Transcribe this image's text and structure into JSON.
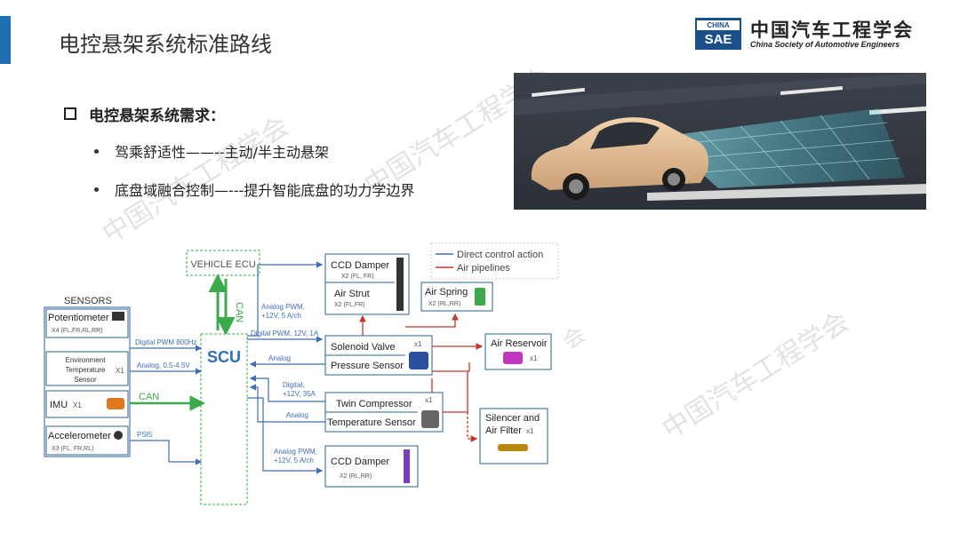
{
  "slide": {
    "title": "电控悬架系统标准路线",
    "requirements_heading": "电控悬架系统需求：",
    "bullets": [
      "驾乘舒适性——--主动/半主动悬架",
      "底盘域融合控制—---提升智能底盘的功力学边界"
    ]
  },
  "logo": {
    "box_top": "CHINA",
    "box_bottom": "SAE",
    "name_cn": "中国汽车工程学会",
    "name_en": "China Society of Automotive Engineers",
    "brand_color": "#1b4f8c"
  },
  "watermark": {
    "text": "中国汽车工程学会",
    "short": "会"
  },
  "diagram": {
    "colors": {
      "control": "#3f6eb5",
      "air": "#c0392b",
      "can": "#3aaa4a",
      "box_border": "#2f5f9e"
    },
    "legend": [
      "Direct control action",
      "Air pipelines"
    ],
    "vehicle_ecu": "VEHICLE ECU",
    "can_vertical": "CAN",
    "scu": "SCU",
    "sensors_title": "SENSORS",
    "sensors": {
      "potentiometer": {
        "name": "Potentiometer",
        "note": "X4 (FL,FR,RL,RR)"
      },
      "env_temp": {
        "name_lines": [
          "Environment",
          "Temperature",
          "Sensor"
        ],
        "qty": "X1"
      },
      "imu": {
        "name": "IMU",
        "qty": "X1"
      },
      "accelerometer": {
        "name": "Accelerometer",
        "note": "X3 (FL, FR,RL)"
      }
    },
    "signals": {
      "pwm800": "Digital PWM 800Hz",
      "analog_range": "Analog, 0.5-4.5V",
      "can": "CAN",
      "psi5": "PSI5",
      "analog_pwm_top_1": "Analog PWM,",
      "analog_pwm_top_2": "+12V, 5 A/ch",
      "digital_pwm_1a": "Digital PWM, 12V, 1A",
      "analog": "Analog",
      "digital_35a_1": "Digital,",
      "digital_35a_2": "+12V, 35A",
      "analog2": "Analog",
      "analog_pwm_bottom_1": "Analog PWM,",
      "analog_pwm_bottom_2": "+12V, 5 A/ch"
    },
    "actuators": {
      "ccd_front": {
        "name": "CCD Damper",
        "note": "X2 (FL, FR)"
      },
      "air_strut": {
        "name": "Air Strut",
        "note": "X2 (FL,FR)"
      },
      "air_spring": {
        "name": "Air Spring",
        "note": "X2 (RL,RR)"
      },
      "solenoid": {
        "name": "Solenoid Valve",
        "qty": "x1"
      },
      "pressure": {
        "name": "Pressure Sensor"
      },
      "twin_comp": {
        "name": "Twin Compressor",
        "qty": "x1"
      },
      "temp_sensor": {
        "name": "Temperature Sensor"
      },
      "air_reservoir": {
        "name": "Air Reservoir",
        "qty": "x1"
      },
      "silencer": {
        "name_lines": [
          "Silencer and",
          "Air Filter"
        ],
        "qty": "x1"
      },
      "ccd_rear": {
        "name": "CCD Damper",
        "note": "X2 (RL,RR)"
      }
    }
  }
}
